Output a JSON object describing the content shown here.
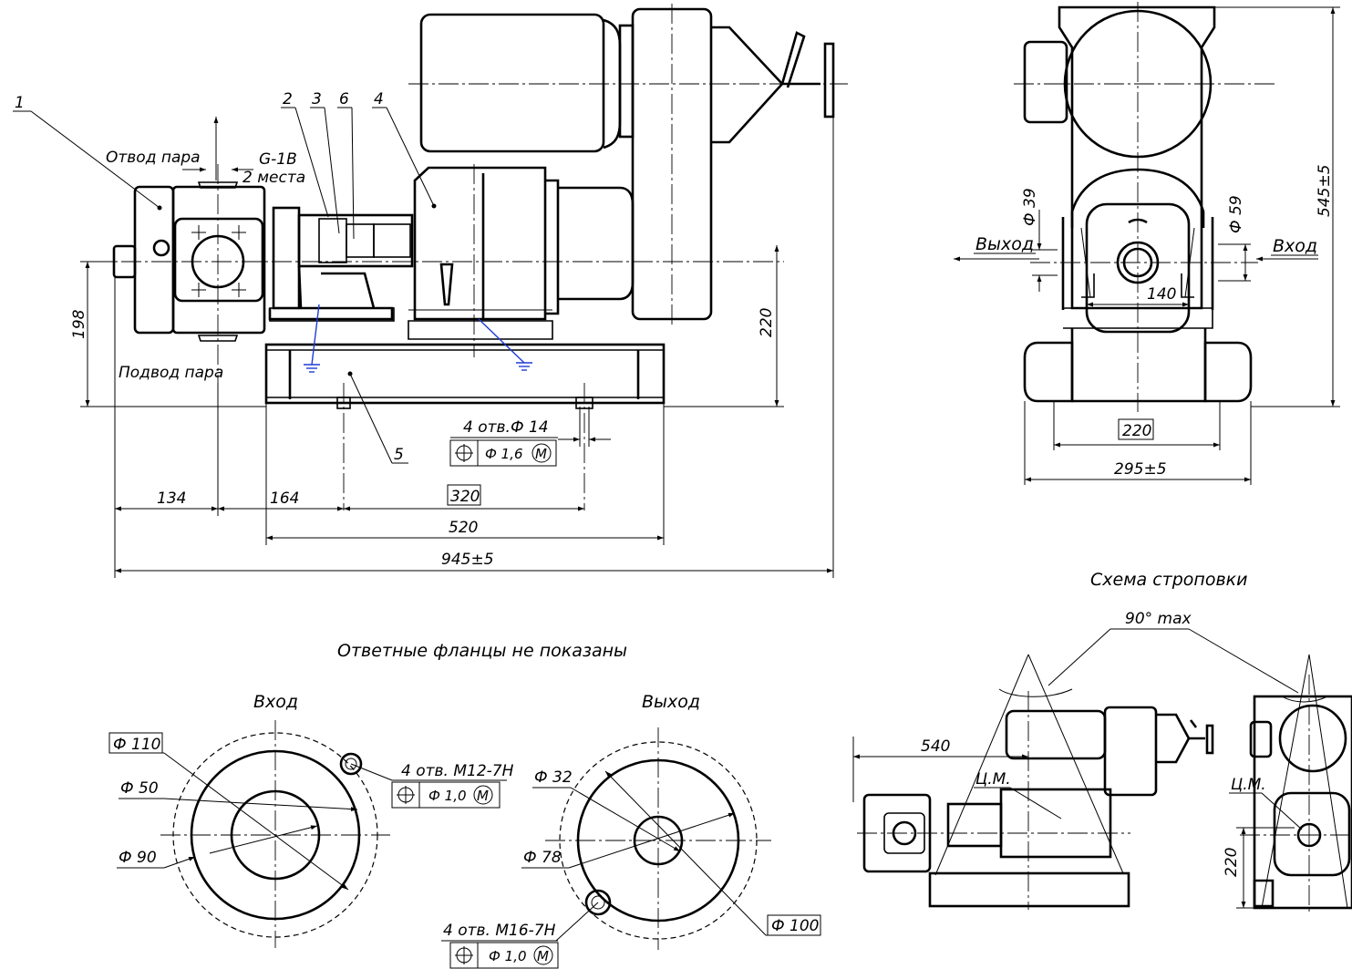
{
  "labels": {
    "callout_1": "1",
    "callout_2": "2",
    "callout_3": "3",
    "callout_6": "6",
    "callout_4": "4",
    "callout_5": "5",
    "steam_out": "Отвод пара",
    "steam_in": "Подвод пара",
    "thread": "G-1B",
    "places": "2 места",
    "outlet": "Выход",
    "inlet": "Вход",
    "note_flanges": "Ответные фланцы не показаны",
    "sling_title": "Схема строповки",
    "angle_max": "90° max",
    "cg_left": "Ц.М.",
    "cg_right": "Ц.М.",
    "flange_in_title": "Вход",
    "flange_out_title": "Выход"
  },
  "dimensions": {
    "d198": "198",
    "d220_main": "220",
    "d134": "134",
    "d164": "164",
    "d320": "320",
    "d520": "520",
    "d945": "945±5",
    "holes_base": "4 отв.Ф 14",
    "tol_base": "Ф 1,6",
    "d545": "545±5",
    "d39": "Ф 39",
    "d59": "Ф 59",
    "d140": "140",
    "d220_side": "220",
    "d295": "295±5",
    "d110": "Ф 110",
    "d50": "Ф 50",
    "d90": "Ф 90",
    "holes_in": "4 отв. М12-7Н",
    "tol_in": "Ф 1,0",
    "d32": "Ф 32",
    "d78": "Ф 78",
    "d100": "Ф 100",
    "holes_out": "4 отв. М16-7Н",
    "tol_out": "Ф 1,0",
    "d540": "540",
    "d220_sling": "220",
    "m_symbol": "M"
  },
  "colors": {
    "line": "#000000",
    "ground": "#1f3bd6",
    "background": "#ffffff"
  }
}
